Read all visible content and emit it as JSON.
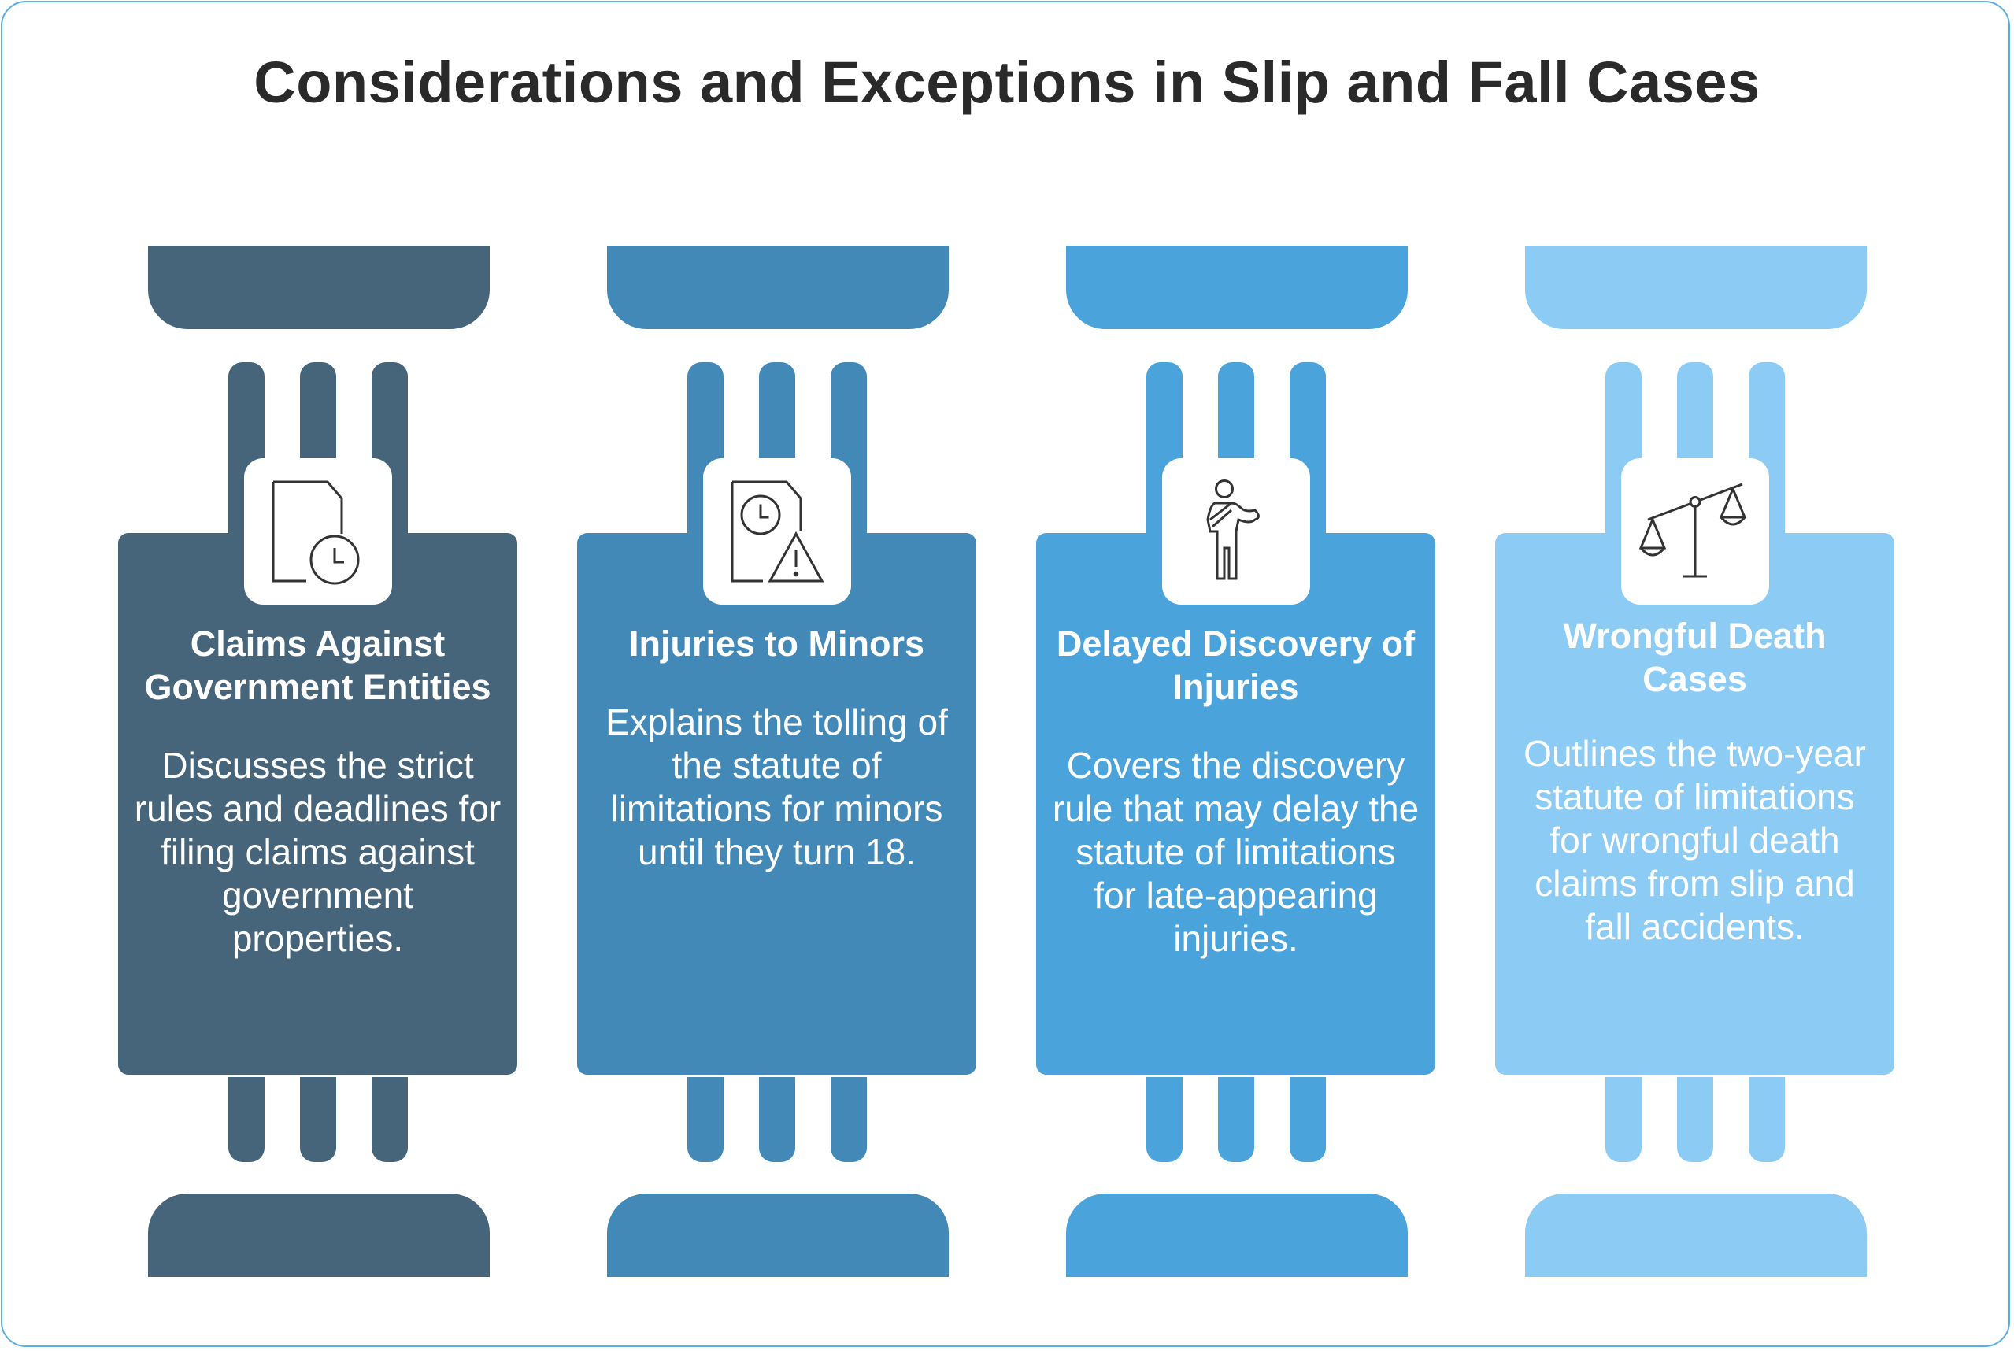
{
  "title": "Considerations and Exceptions in Slip and Fall Cases",
  "columns": [
    {
      "heading": "Claims Against Government Entities",
      "body": "Discusses the strict rules and deadlines for filing claims against government properties.",
      "icon": "document-clock-icon",
      "color": "#46657a"
    },
    {
      "heading": "Injuries to Minors",
      "body": "Explains the tolling of the statute of limitations for minors until they turn 18.",
      "icon": "document-clock-warning-icon",
      "color": "#4289b7"
    },
    {
      "heading": "Delayed Discovery of Injuries",
      "body": "Covers the discovery rule that may delay the statute of limitations for late-appearing injuries.",
      "icon": "injured-person-icon",
      "color": "#4aa3da"
    },
    {
      "heading": "Wrongful Death Cases",
      "body": "Outlines the two-year statute of limitations for wrongful death claims from slip and fall accidents.",
      "icon": "scales-icon",
      "color": "#8ccbf4"
    }
  ]
}
